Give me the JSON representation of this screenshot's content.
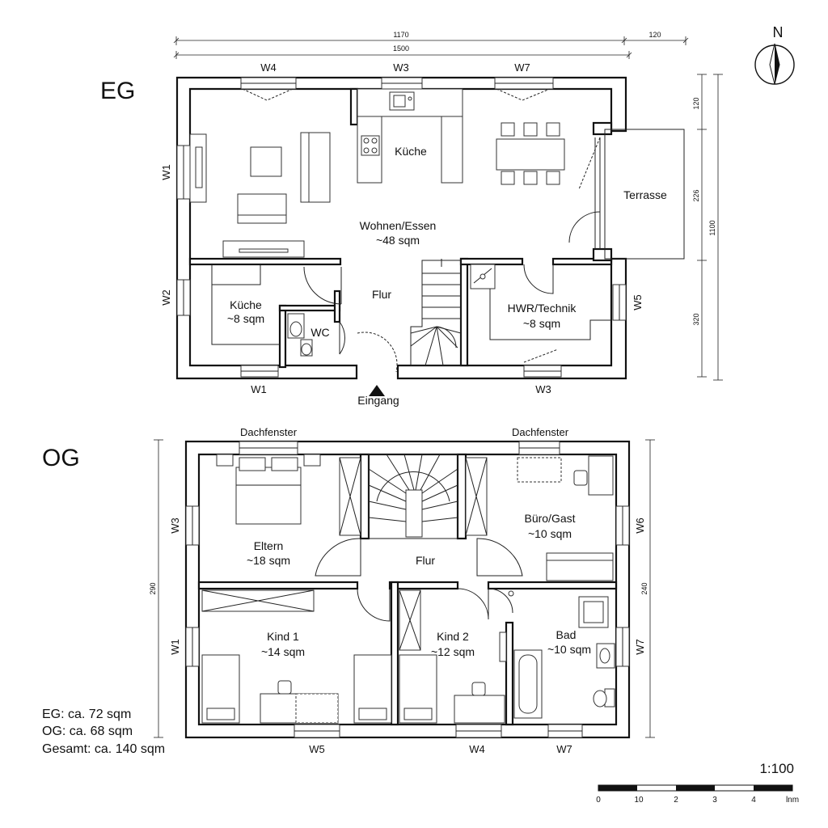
{
  "floor_plan": {
    "compass": {
      "north_label": "N"
    },
    "eg": {
      "floor_label": "EG",
      "dimensions": {
        "width_total": "1170",
        "terrace_width": "120",
        "width_outer": "1500",
        "side_1": "120",
        "side_2": "226",
        "side_3": "320",
        "height_total": "1100"
      },
      "windows": {
        "top_left": "W4",
        "top_mid": "W3",
        "top_right": "W7",
        "left_top": "W1",
        "left_bottom": "W2",
        "right": "W5",
        "bottom_left": "W1",
        "bottom_right": "W3"
      },
      "rooms": {
        "kitchen_top": "Küche",
        "living_name": "Wohnen/Essen",
        "living_area": "~48 sqm",
        "terrace": "Terrasse",
        "kitchen_small_name": "Küche",
        "kitchen_small_area": "~8 sqm",
        "wc": "WC",
        "hall": "Flur",
        "utility_name": "HWR/Technik",
        "utility_area": "~8 sqm"
      },
      "entrance": "Eingang"
    },
    "og": {
      "floor_label": "OG",
      "dimensions": {
        "left_height": "290",
        "right_height": "240"
      },
      "windows": {
        "skylight_left": "Dachfenster",
        "skylight_right": "Dachfenster",
        "left_top": "W3",
        "left_bottom": "W1",
        "right_top": "W6",
        "right_bottom": "W7",
        "bottom_left": "W5",
        "bottom_mid": "W4",
        "bottom_right": "W7"
      },
      "rooms": {
        "parents_name": "Eltern",
        "parents_area": "~18 sqm",
        "hall": "Flur",
        "office_name": "Büro/Gast",
        "office_area": "~10 sqm",
        "kid1_name": "Kind 1",
        "kid1_area": "~14 sqm",
        "kid2_name": "Kind 2",
        "kid2_area": "~12 sqm",
        "bath_name": "Bad",
        "bath_area": "~10 sqm"
      }
    },
    "summary": {
      "eg_area": "EG: ca. 72 sqm",
      "og_area": "OG: ca. 68 sqm",
      "total_area": "Gesamt: ca. 140 sqm"
    },
    "scale": {
      "label": "1:100",
      "ticks": [
        "0",
        "10",
        "2",
        "3",
        "4"
      ],
      "unit": "lnm"
    }
  }
}
